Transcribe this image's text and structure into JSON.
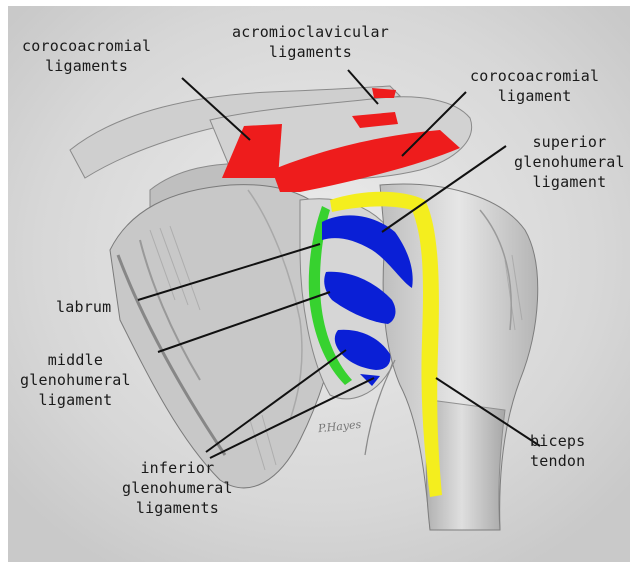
{
  "labels": {
    "corocoacromial_ligaments": "corocoacromial\nligaments",
    "acromioclavicular_ligaments": "acromioclavicular\nligaments",
    "corocoacromial_ligament": "corocoacromial\nligament",
    "superior_glenohumeral": "superior\nglenohumeral\nligament",
    "labrum": "labrum",
    "middle_glenohumeral": "middle\nglenohumeral\nligament",
    "inferior_glenohumeral": "inferior\nglenohumeral\nligaments",
    "biceps_tendon": "biceps\ntendon"
  },
  "signature": "P.Hayes",
  "colors": {
    "ligament_red": "#ee1c1c",
    "ligament_blue": "#0a1fd6",
    "labrum_green": "#37d22f",
    "biceps_yellow": "#f4ee1e",
    "background": "#ffffff",
    "drawing_gray": "#d8d8d8"
  }
}
